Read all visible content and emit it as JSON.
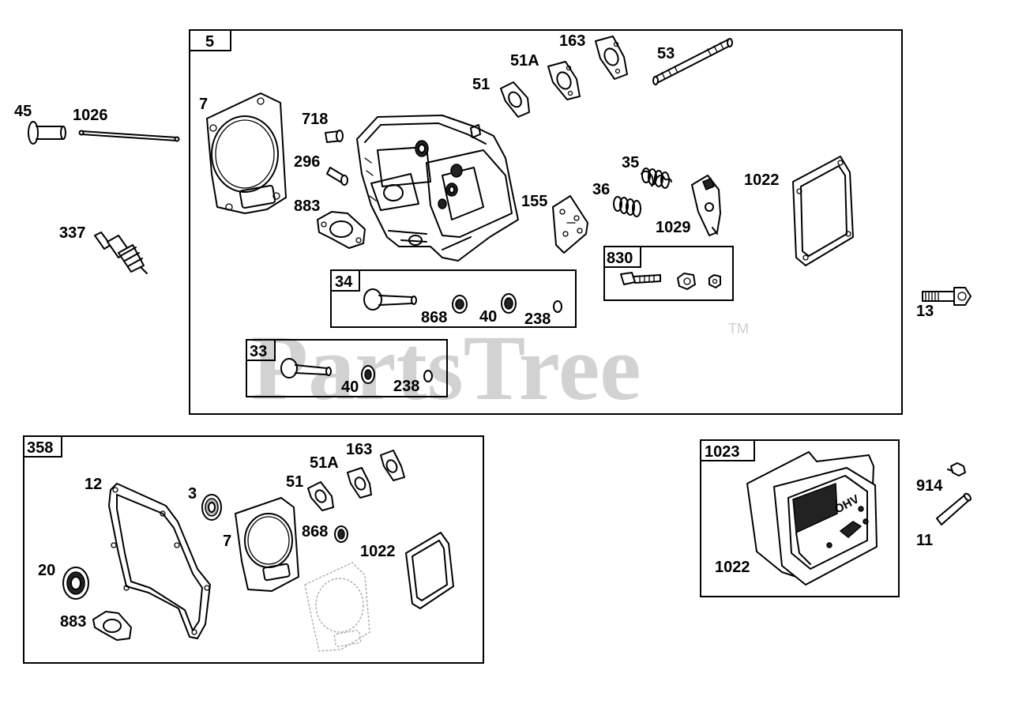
{
  "watermark": {
    "text": "PartsTree",
    "trademark": "TM"
  },
  "groups": {
    "g5": "5",
    "g34": "34",
    "g33": "33",
    "g830": "830",
    "g358": "358",
    "g1023": "1023"
  },
  "parts": {
    "p45": "45",
    "p1026": "1026",
    "p337": "337",
    "p13": "13",
    "p7": "7",
    "p718": "718",
    "p296": "296",
    "p883": "883",
    "p51": "51",
    "p51a": "51A",
    "p163": "163",
    "p53": "53",
    "p155": "155",
    "p35": "35",
    "p36": "36",
    "p1029": "1029",
    "p1022": "1022",
    "p868": "868",
    "p40": "40",
    "p238": "238",
    "p40b": "40",
    "p238b": "238",
    "k12": "12",
    "k3": "3",
    "k51": "51",
    "k51a": "51A",
    "k163": "163",
    "k7": "7",
    "k868": "868",
    "k1022": "1022",
    "k20": "20",
    "k883": "883",
    "c1022": "1022",
    "p914": "914",
    "p11": "11"
  },
  "cover_text": "OHV"
}
